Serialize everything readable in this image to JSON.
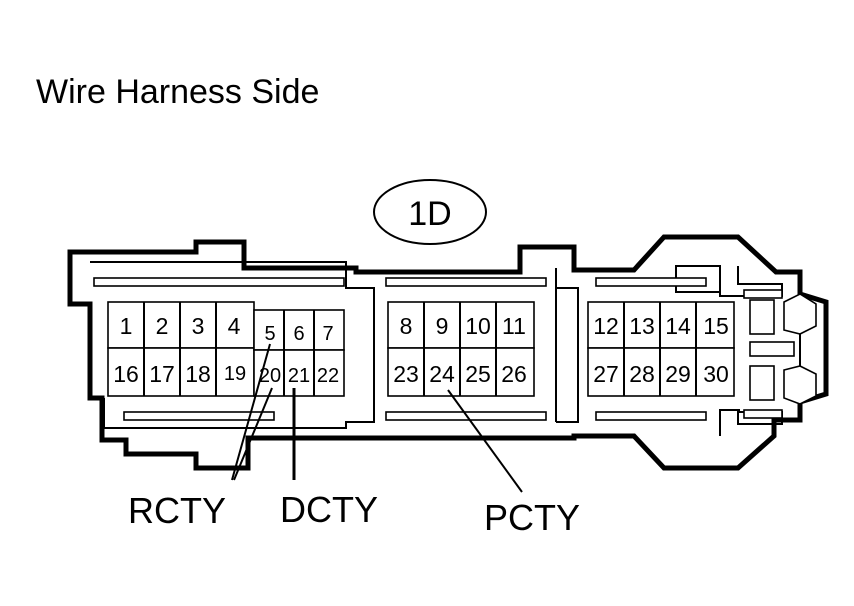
{
  "title": "Wire Harness Side",
  "connector_id": "1D",
  "pins": {
    "p1": "1",
    "p2": "2",
    "p3": "3",
    "p4": "4",
    "p5": "5",
    "p6": "6",
    "p7": "7",
    "p8": "8",
    "p9": "9",
    "p10": "10",
    "p11": "11",
    "p12": "12",
    "p13": "13",
    "p14": "14",
    "p15": "15",
    "p16": "16",
    "p17": "17",
    "p18": "18",
    "p19": "19",
    "p20": "20",
    "p21": "21",
    "p22": "22",
    "p23": "23",
    "p24": "24",
    "p25": "25",
    "p26": "26",
    "p27": "27",
    "p28": "28",
    "p29": "29",
    "p30": "30"
  },
  "signals": {
    "rcty": "RCTY",
    "dcty": "DCTY",
    "pcty": "PCTY"
  }
}
